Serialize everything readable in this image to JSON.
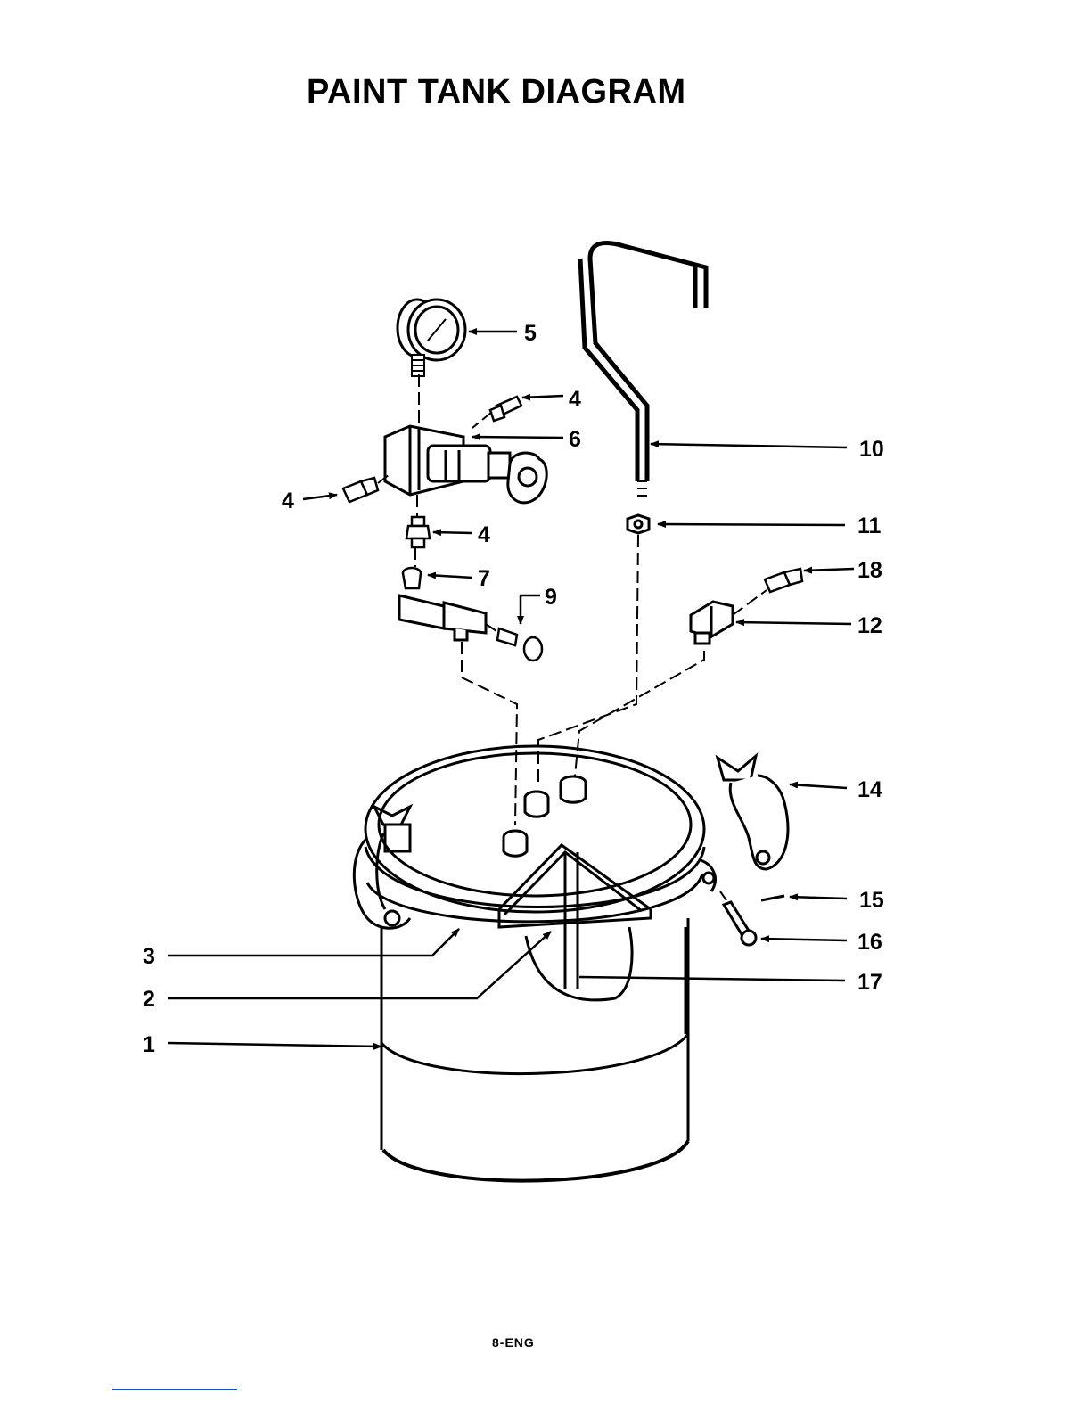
{
  "page": {
    "title": "PAINT TANK DIAGRAM",
    "footer": "8-ENG"
  },
  "diagram": {
    "callouts": {
      "part_1": "1",
      "part_2": "2",
      "part_3": "3",
      "part_4_upper_right": "4",
      "part_4_left": "4",
      "part_4_lower": "4",
      "part_5": "5",
      "part_6": "6",
      "part_7": "7",
      "part_9": "9",
      "part_10": "10",
      "part_11": "11",
      "part_12": "12",
      "part_14": "14",
      "part_15": "15",
      "part_16": "16",
      "part_17": "17",
      "part_18": "18"
    }
  }
}
